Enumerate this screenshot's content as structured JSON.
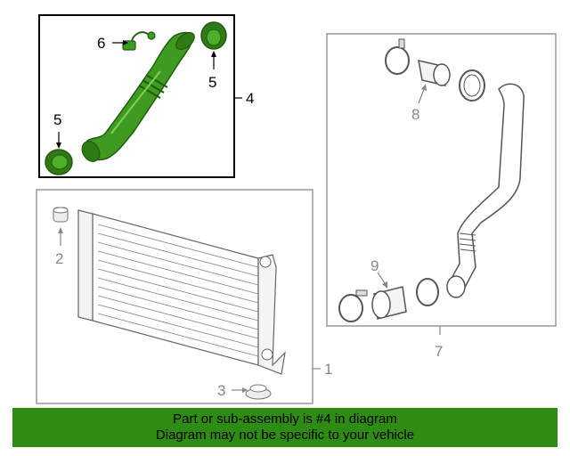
{
  "colors": {
    "highlight_fill": "#3f9b1f",
    "highlight_dark": "#1f5c12",
    "line": "#222222",
    "dim": "#888888",
    "banner_bg": "#2e8b14",
    "frame": "#999999"
  },
  "callouts": {
    "c1": "1",
    "c2": "2",
    "c3": "3",
    "c4": "4",
    "c5_top": "5",
    "c5_left": "5",
    "c6": "6",
    "c7": "7",
    "c8": "8",
    "c9": "9"
  },
  "banner": {
    "line1": "Part or sub-assembly is #4 in diagram",
    "line2": "Diagram may not be specific to your vehicle"
  }
}
